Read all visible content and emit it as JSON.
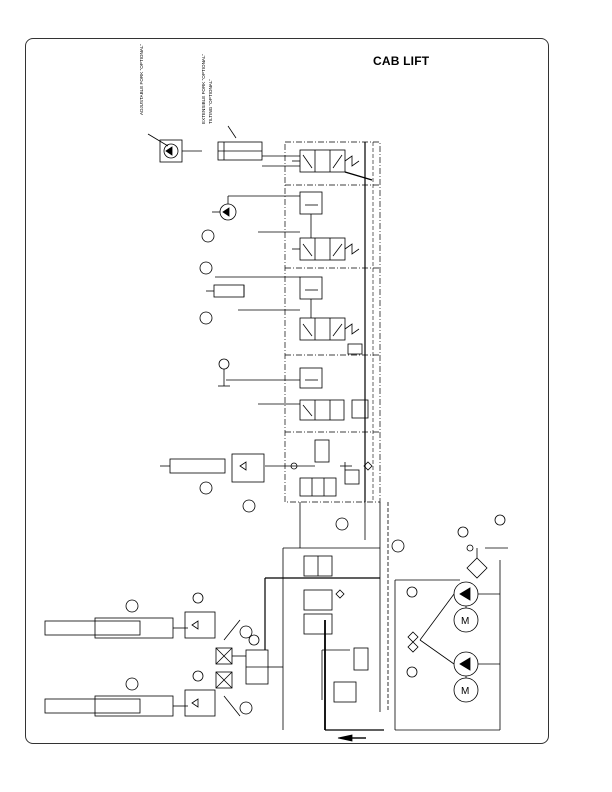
{
  "title": "CAB LIFT",
  "labels": {
    "adjustable_fork": "ADJUSTABLE FORK \"OPTIONAL\"",
    "extensible_fork": "EXTENSIBLE FORK \"OPTIONAL\"",
    "tilting": "TILTING \"OPTIONAL\""
  },
  "colors": {
    "line": "#000000",
    "frame": "#333333",
    "background": "#ffffff"
  }
}
